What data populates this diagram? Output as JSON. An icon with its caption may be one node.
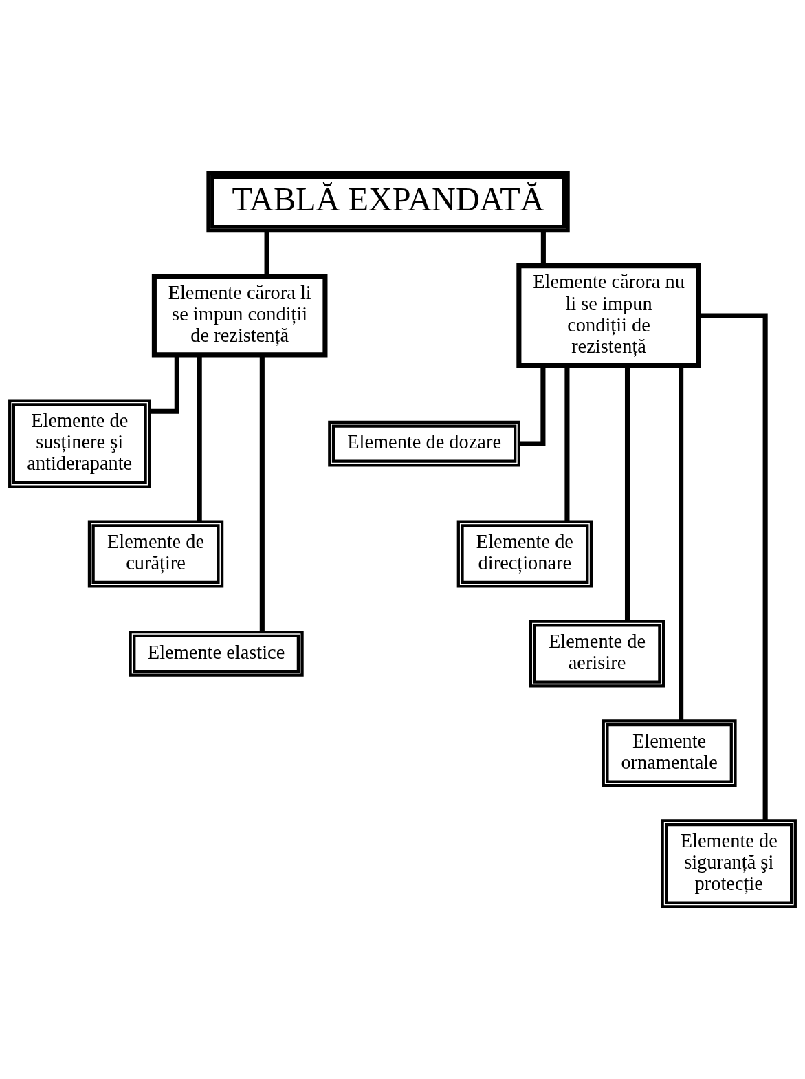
{
  "diagram": {
    "nodes": [
      {
        "text": [
          "TABLĂ EXPANDATĂ"
        ]
      },
      {
        "text": [
          "Elemente cărora li se impun condiții de rezistență"
        ]
      },
      {
        "text": [
          "Elemente cărora nu li se impun condiții de rezistență"
        ]
      },
      {
        "text": [
          "Elemente de susținere şi antiderapante"
        ]
      },
      {
        "text": [
          "Elemente de curățire"
        ]
      },
      {
        "text": [
          "Elemente elastice"
        ]
      },
      {
        "text": [
          "Elemente de dozare"
        ]
      },
      {
        "text": [
          "Elemente de direcționare"
        ]
      },
      {
        "text": [
          "Elemente de aerisire"
        ]
      },
      {
        "text": [
          "Elemente ornamentale"
        ]
      },
      {
        "text": [
          "Elemente de siguranță şi protecție"
        ]
      }
    ],
    "edges": [
      {
        "from": 0,
        "to": 1,
        "arrow": "none"
      },
      {
        "from": 0,
        "to": 2,
        "arrow": "none"
      },
      {
        "from": 1,
        "to": 3,
        "arrow": "none"
      },
      {
        "from": 1,
        "to": 4,
        "arrow": "none"
      },
      {
        "from": 1,
        "to": 5,
        "arrow": "none"
      },
      {
        "from": 2,
        "to": 6,
        "arrow": "none"
      },
      {
        "from": 2,
        "to": 7,
        "arrow": "none"
      },
      {
        "from": 2,
        "to": 8,
        "arrow": "none"
      },
      {
        "from": 2,
        "to": 9,
        "arrow": "none"
      },
      {
        "from": 2,
        "to": 10,
        "arrow": "none"
      }
    ]
  }
}
